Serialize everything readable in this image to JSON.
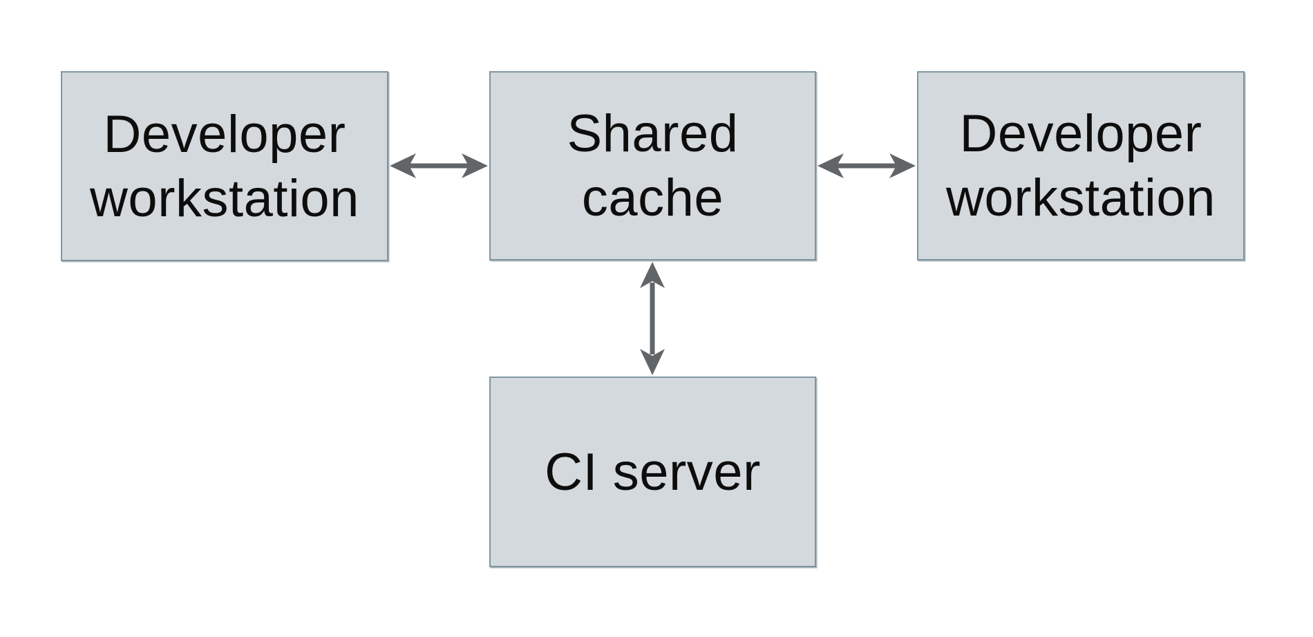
{
  "diagram": {
    "type": "architecture-diagram",
    "background": "#ffffff",
    "nodes": [
      {
        "id": "developer-workstation-left",
        "label": "Developer workstation",
        "label_lines": [
          "Developer",
          "workstation"
        ]
      },
      {
        "id": "shared-cache",
        "label": "Shared cache",
        "label_lines": [
          "Shared",
          "cache"
        ]
      },
      {
        "id": "developer-workstation-right",
        "label": "Developer workstation",
        "label_lines": [
          "Developer",
          "workstation"
        ]
      },
      {
        "id": "ci-server",
        "label": "CI server",
        "label_lines": [
          "CI server"
        ]
      }
    ],
    "edges": [
      {
        "from": "developer-workstation-left",
        "to": "shared-cache",
        "direction": "bidirectional",
        "orientation": "horizontal"
      },
      {
        "from": "shared-cache",
        "to": "developer-workstation-right",
        "direction": "bidirectional",
        "orientation": "horizontal"
      },
      {
        "from": "shared-cache",
        "to": "ci-server",
        "direction": "bidirectional",
        "orientation": "vertical"
      }
    ],
    "colors": {
      "node_fill": "#d3d9dc",
      "node_border": "#7e95a1",
      "arrow": "#616568",
      "text": "#0d0d0d",
      "background": "#ffffff"
    }
  }
}
